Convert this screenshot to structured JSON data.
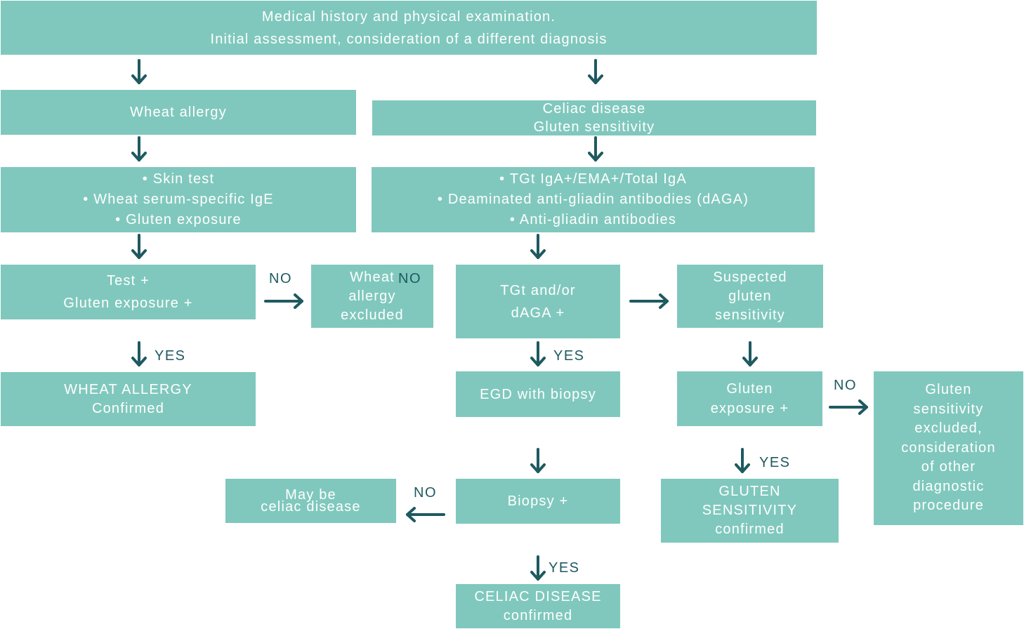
{
  "boxes": {
    "history": {
      "lines": [
        "Medical history and physical examination.",
        "Initial assessment, consideration of a different diagnosis"
      ]
    },
    "wheat_allergy": {
      "lines": [
        "Wheat allergy"
      ]
    },
    "celiac_sensitivity": {
      "lines": [
        "Celiac disease",
        "Gluten sensitivity"
      ]
    },
    "wheat_tests": {
      "lines": [
        "• Skin test",
        "• Wheat serum-specific IgE",
        "• Gluten exposure"
      ]
    },
    "celiac_tests": {
      "lines": [
        "• TGt IgA+/EMA+/Total  IgA",
        "• Deaminated anti-gliadin antibodies (dAGA)",
        "• Anti-gliadin antibodies"
      ]
    },
    "test_plus": {
      "lines": [
        "Test +",
        "Gluten exposure +"
      ]
    },
    "wheat_excluded": {
      "lines": [
        "Wheat",
        "allergy",
        "excluded"
      ]
    },
    "tgt_daga": {
      "lines": [
        "TGt and/or",
        "dAGA +"
      ]
    },
    "suspected": {
      "lines": [
        "Suspected",
        "gluten",
        "sensitivity"
      ]
    },
    "wheat_confirmed": {
      "lines": [
        "WHEAT ALLERGY",
        "Confirmed"
      ]
    },
    "egd": {
      "lines": [
        "EGD with biopsy"
      ]
    },
    "gluten_exposure": {
      "lines": [
        "Gluten",
        "exposure +"
      ]
    },
    "gluten_excluded": {
      "lines": [
        "Gluten",
        "sensitivity",
        "excluded,",
        "consideration",
        "of other",
        "diagnostic",
        "procedure"
      ]
    },
    "may_be_celiac": {
      "lines": [
        "May be",
        "celiac disease"
      ]
    },
    "biopsy": {
      "lines": [
        "Biopsy +"
      ]
    },
    "gluten_confirmed": {
      "lines": [
        "GLUTEN",
        "SENSITIVITY",
        "confirmed"
      ]
    },
    "celiac_confirmed": {
      "lines": [
        "CELIAC DISEASE",
        "confirmed"
      ]
    }
  },
  "labels": {
    "no_test": "NO",
    "no_overlap": "NO",
    "yes_wheat": "YES",
    "yes_egd": "YES",
    "no_gluten": "NO",
    "yes_gluten": "YES",
    "no_biopsy": "NO",
    "yes_celiac": "YES"
  },
  "colors": {
    "box_fill": "#80c8bd",
    "box_text": "#ffffff",
    "arrow": "#1e5a60",
    "label": "#1e5a60"
  }
}
